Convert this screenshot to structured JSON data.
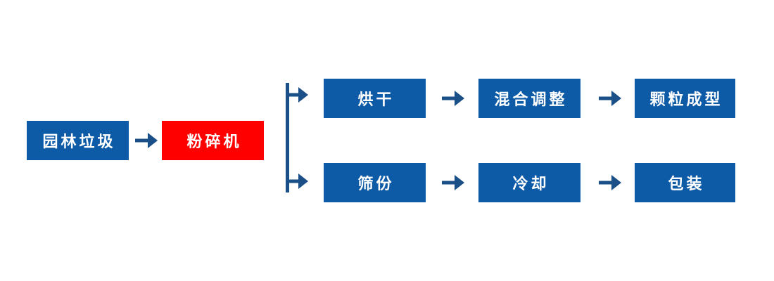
{
  "diagram": {
    "type": "flowchart",
    "nodes": {
      "garden_waste": "园林垃圾",
      "crusher": "粉碎机",
      "drying": "烘干",
      "mixing_adjustment": "混合调整",
      "pellet_forming": "颗粒成型",
      "sieving": "筛份",
      "cooling": "冷却",
      "packaging": "包装"
    },
    "edges": [
      "园林垃圾 → 粉碎机",
      "粉碎机 → 烘干 (上分支)",
      "烘干 → 混合调整",
      "混合调整 → 颗粒成型",
      "粉碎机 → 筛份 (下分支)",
      "筛份 → 冷却",
      "冷却 → 包装"
    ],
    "colors": {
      "node_fill": "#0d5aa7",
      "highlight_fill": "#fe0000",
      "connector": "#1a4f87",
      "label_text": "#ffffff",
      "background": "#ffffff"
    }
  }
}
